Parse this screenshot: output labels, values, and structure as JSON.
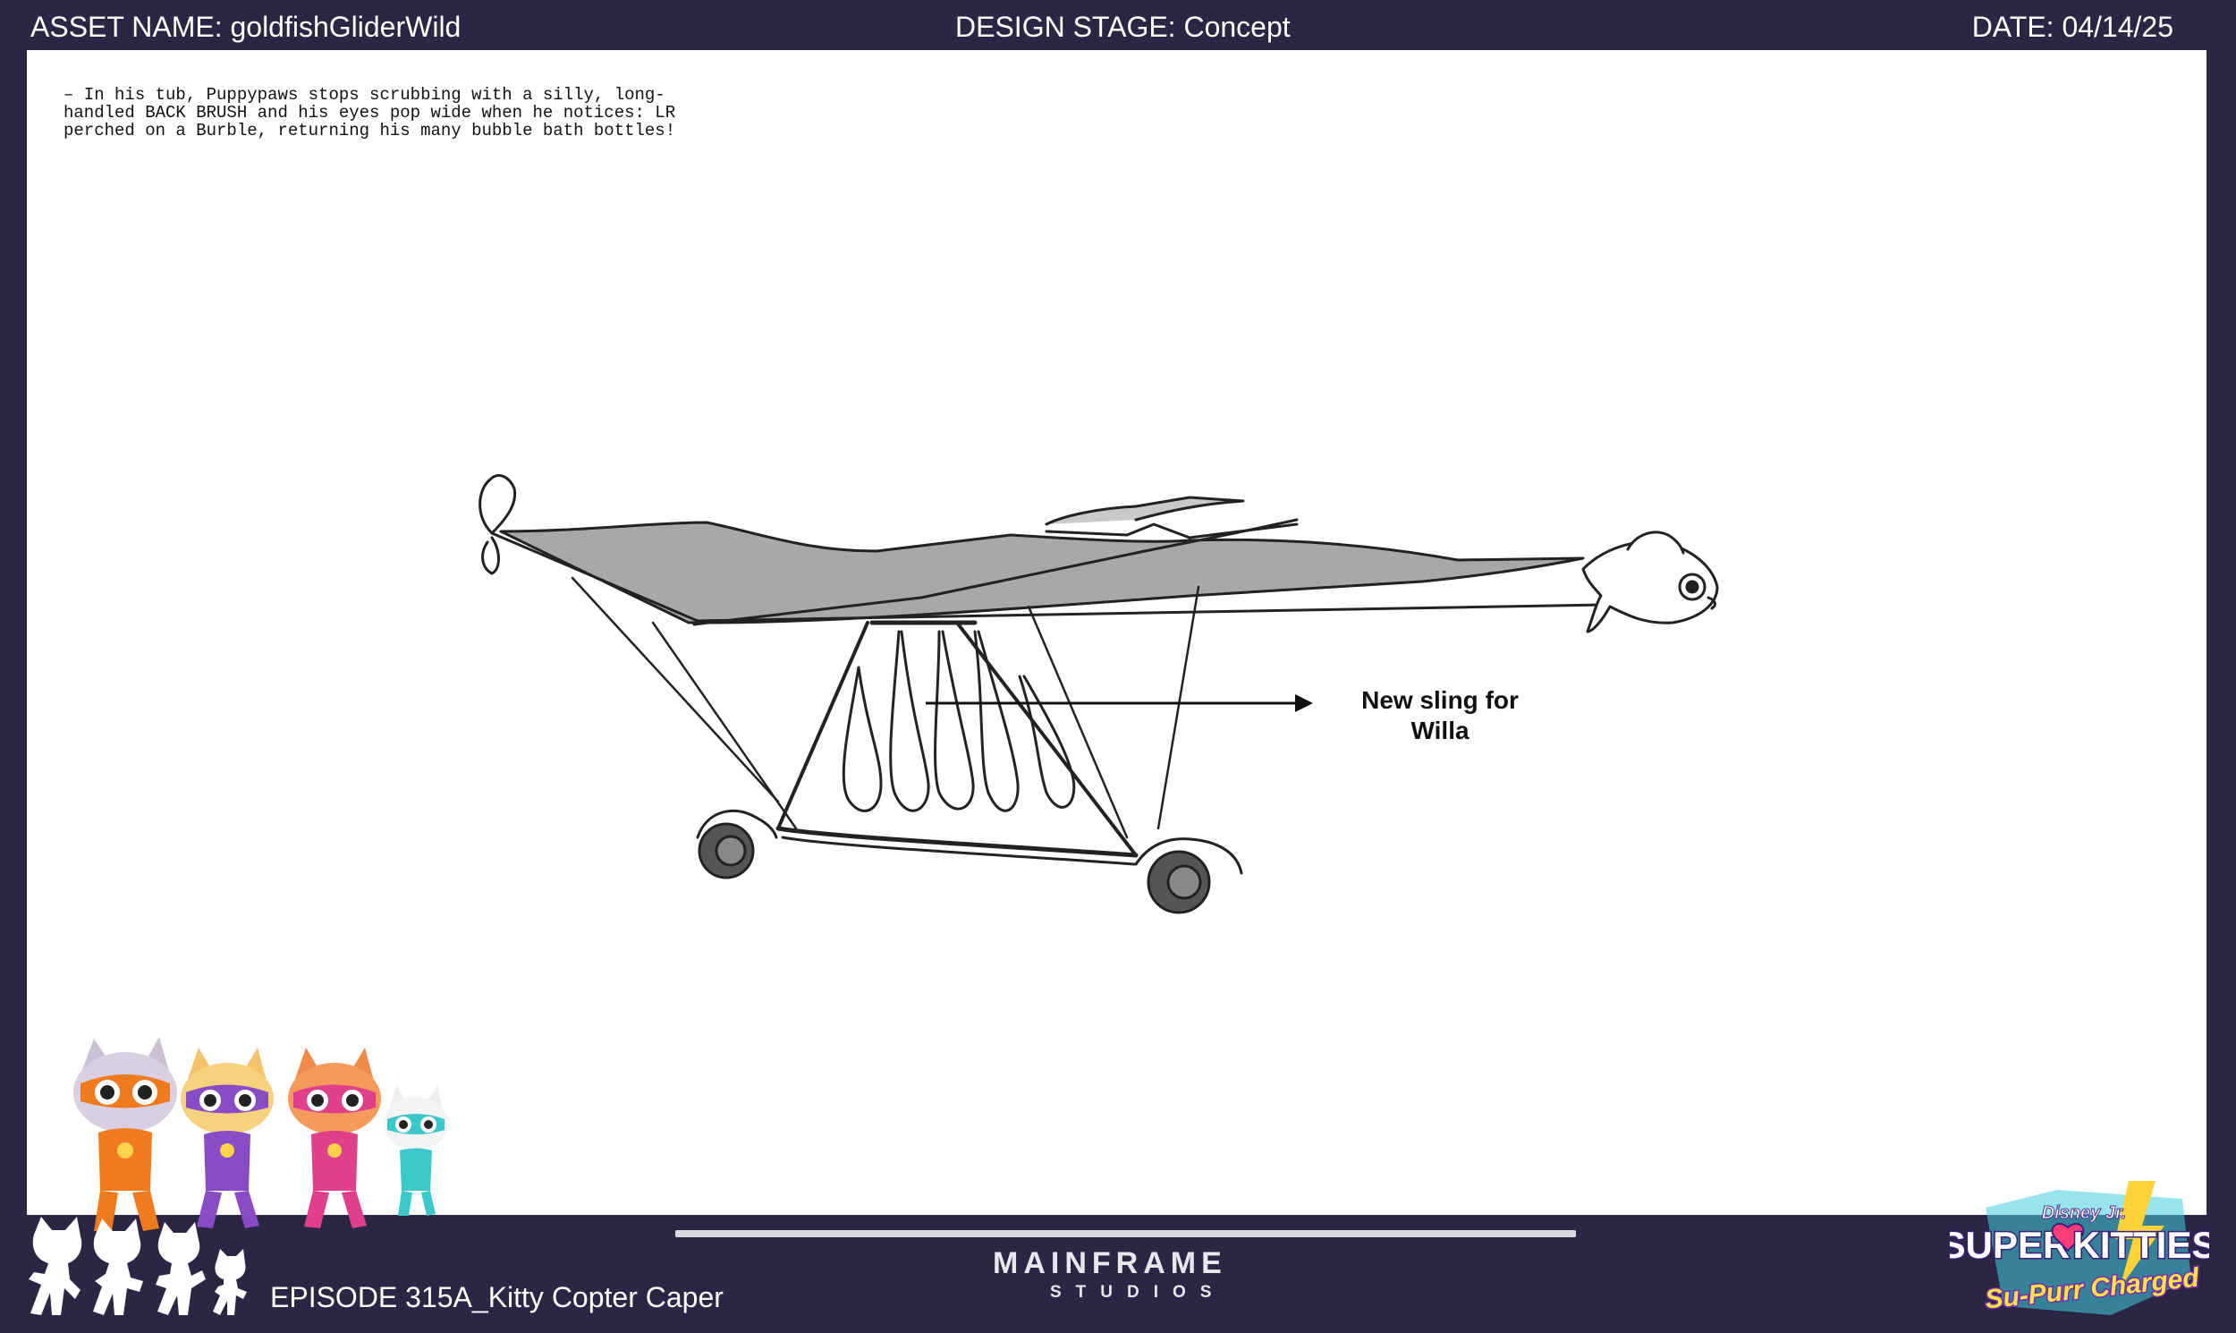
{
  "header": {
    "asset_name": "ASSET NAME: goldfishGliderWild",
    "design_stage": "DESIGN STAGE: Concept",
    "date": "DATE: 04/14/25"
  },
  "note": {
    "text": "– In his tub, Puppypaws stops scrubbing with a silly, long-\nhandled BACK BRUSH and his eyes pop wide when he notices: LR\nperched on a Burble, returning his many bubble bath bottles!"
  },
  "callout": {
    "line1": "New sling for",
    "line2": "Willa"
  },
  "footer": {
    "episode": "EPISODE 315A_Kitty Copter Caper",
    "studio_main": "MAINFRAME",
    "studio_sub": "STUDIOS",
    "progress": 1.0
  },
  "logo": {
    "brand": "Disney Jr.",
    "title_left": "SUPER",
    "title_right": "KITTIES",
    "subtitle": "Su-Purr Charged"
  },
  "colors": {
    "frame": "#2b2644",
    "paper": "#ffffff",
    "wing": "#a8a8a8",
    "kitty_orange": "#f07a1e",
    "kitty_purple": "#8a4cc4",
    "kitty_pink": "#e0408a",
    "kitty_teal": "#3cc8c8"
  },
  "icons": [
    "goldfish-glider-drawing",
    "arrow-icon",
    "kitty-silhouette-icon",
    "super-kitties-logo"
  ]
}
